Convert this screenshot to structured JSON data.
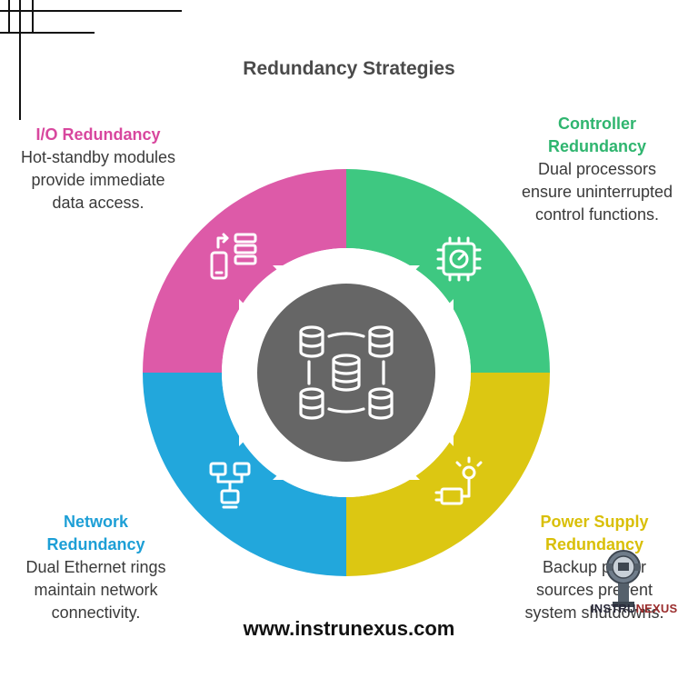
{
  "title": "Redundancy Strategies",
  "strategies": {
    "io": {
      "label": "I/O Redundancy",
      "description": "Hot-standby modules provide immediate data access.",
      "color": "#dd5aa8",
      "icon": "device-transfer-icon"
    },
    "controller": {
      "label": "Controller Redundancy",
      "description": "Dual processors ensure uninterrupted control functions.",
      "color": "#3ec881",
      "icon": "processor-chip-icon"
    },
    "network": {
      "label": "Network Redundancy",
      "description": "Dual Ethernet rings maintain network connectivity.",
      "color": "#22a7dc",
      "icon": "network-nodes-icon"
    },
    "power": {
      "label": "Power Supply Redundancy",
      "description": "Backup power sources prevent system shutdowns.",
      "color": "#dcc712",
      "icon": "power-plug-icon"
    }
  },
  "center": {
    "color": "#666666",
    "icon": "database-cluster-icon"
  },
  "website": "www.instrunexus.com",
  "logo": {
    "part1": "INSTRU",
    "part2": "NEXUS"
  }
}
